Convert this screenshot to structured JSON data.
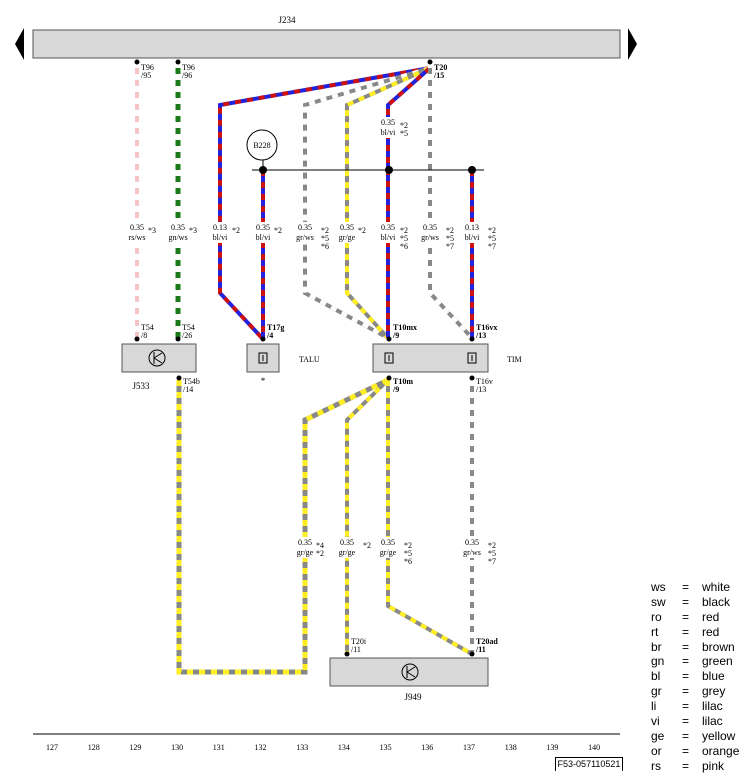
{
  "components": {
    "J234": "J234",
    "J533": "J533",
    "J949": "J949",
    "B228": "B228",
    "TALU": "TALU",
    "TIM": "TIM"
  },
  "connectors": [
    {
      "id": "t96_95",
      "name": "T96",
      "pin": "/95"
    },
    {
      "id": "t96_96",
      "name": "T96",
      "pin": "/96"
    },
    {
      "id": "t20_15",
      "name": "T20",
      "pin": "/15"
    },
    {
      "id": "t54_8",
      "name": "T54",
      "pin": "/8"
    },
    {
      "id": "t54_26",
      "name": "T54",
      "pin": "/26"
    },
    {
      "id": "t17g_4",
      "name": "T17g",
      "pin": "/4"
    },
    {
      "id": "t10mx_9",
      "name": "T10mx",
      "pin": "/9"
    },
    {
      "id": "t16vx_13",
      "name": "T16vx",
      "pin": "/13"
    },
    {
      "id": "t54b_14",
      "name": "T54b",
      "pin": "/14"
    },
    {
      "id": "t10m_9",
      "name": "T10m",
      "pin": "/9"
    },
    {
      "id": "t16v_13",
      "name": "T16v",
      "pin": "/13"
    },
    {
      "id": "t20i_11",
      "name": "T20i",
      "pin": "/11"
    },
    {
      "id": "t20ad_11",
      "name": "T20ad",
      "pin": "/11"
    }
  ],
  "wires": [
    {
      "id": "w129",
      "size": "0.35",
      "color": "rs/ws",
      "notes": [
        "*3"
      ],
      "stripes": [
        "#f6c4c4",
        "#ffffff"
      ]
    },
    {
      "id": "w130",
      "size": "0.35",
      "color": "gn/ws",
      "notes": [
        "*3"
      ],
      "stripes": [
        "#1a7a1a",
        "#ffffff"
      ]
    },
    {
      "id": "w131",
      "size": "0.13",
      "color": "bl/vi",
      "notes": [
        "*2"
      ],
      "stripes": [
        "#2222dd",
        "#cc1111"
      ]
    },
    {
      "id": "w132",
      "size": "0.35",
      "color": "bl/vi",
      "notes": [
        "*2"
      ],
      "stripes": [
        "#2222dd",
        "#cc1111"
      ]
    },
    {
      "id": "w133",
      "size": "0.35",
      "color": "gr/ws",
      "notes": [
        "*2",
        "*5",
        "*6"
      ],
      "stripes": [
        "#888888",
        "#ffffff"
      ]
    },
    {
      "id": "w134",
      "size": "0.35",
      "color": "gr/ge",
      "notes": [
        "*2"
      ],
      "stripes": [
        "#888888",
        "#ffee22"
      ]
    },
    {
      "id": "w135a",
      "size": "0.35",
      "color": "bl/vi",
      "notes": [
        "*2",
        "*5"
      ],
      "stripes": [
        "#2222dd",
        "#cc1111"
      ]
    },
    {
      "id": "w135",
      "size": "0.35",
      "color": "bl/vi",
      "notes": [
        "*2",
        "*5",
        "*6"
      ],
      "stripes": [
        "#2222dd",
        "#cc1111"
      ]
    },
    {
      "id": "w136",
      "size": "0.35",
      "color": "gr/ws",
      "notes": [
        "*2",
        "*5",
        "*7"
      ],
      "stripes": [
        "#888888",
        "#ffffff"
      ]
    },
    {
      "id": "w137",
      "size": "0.13",
      "color": "bl/vi",
      "notes": [
        "*2",
        "*5",
        "*7"
      ],
      "stripes": [
        "#2222dd",
        "#cc1111"
      ]
    },
    {
      "id": "w133b",
      "size": "0.35",
      "color": "gr/ge",
      "notes": [
        "*4",
        "*2"
      ],
      "stripes": [
        "#888888",
        "#ffee22"
      ]
    },
    {
      "id": "w134b",
      "size": "0.35",
      "color": "gr/ge",
      "notes": [
        "*2"
      ],
      "stripes": [
        "#888888",
        "#ffee22"
      ]
    },
    {
      "id": "w135b",
      "size": "0.35",
      "color": "gr/ge",
      "notes": [
        "*2",
        "*5",
        "*6"
      ],
      "stripes": [
        "#888888",
        "#ffee22"
      ]
    },
    {
      "id": "w137b",
      "size": "0.35",
      "color": "gr/ws",
      "notes": [
        "*2",
        "*5",
        "*7"
      ],
      "stripes": [
        "#888888",
        "#ffffff"
      ]
    }
  ],
  "marks": {
    "talu_star": "*"
  },
  "scale": [
    "127",
    "128",
    "129",
    "130",
    "131",
    "132",
    "133",
    "134",
    "135",
    "136",
    "137",
    "138",
    "139",
    "140"
  ],
  "legend": [
    {
      "code": "ws",
      "name": "white"
    },
    {
      "code": "sw",
      "name": "black"
    },
    {
      "code": "ro",
      "name": "red"
    },
    {
      "code": "rt",
      "name": "red"
    },
    {
      "code": "br",
      "name": "brown"
    },
    {
      "code": "gn",
      "name": "green"
    },
    {
      "code": "bl",
      "name": "blue"
    },
    {
      "code": "gr",
      "name": "grey"
    },
    {
      "code": "li",
      "name": "lilac"
    },
    {
      "code": "vi",
      "name": "lilac"
    },
    {
      "code": "ge",
      "name": "yellow"
    },
    {
      "code": "or",
      "name": "orange"
    },
    {
      "code": "rs",
      "name": "pink"
    }
  ],
  "legend_eq": "=",
  "footer_code": "F53-057110521"
}
